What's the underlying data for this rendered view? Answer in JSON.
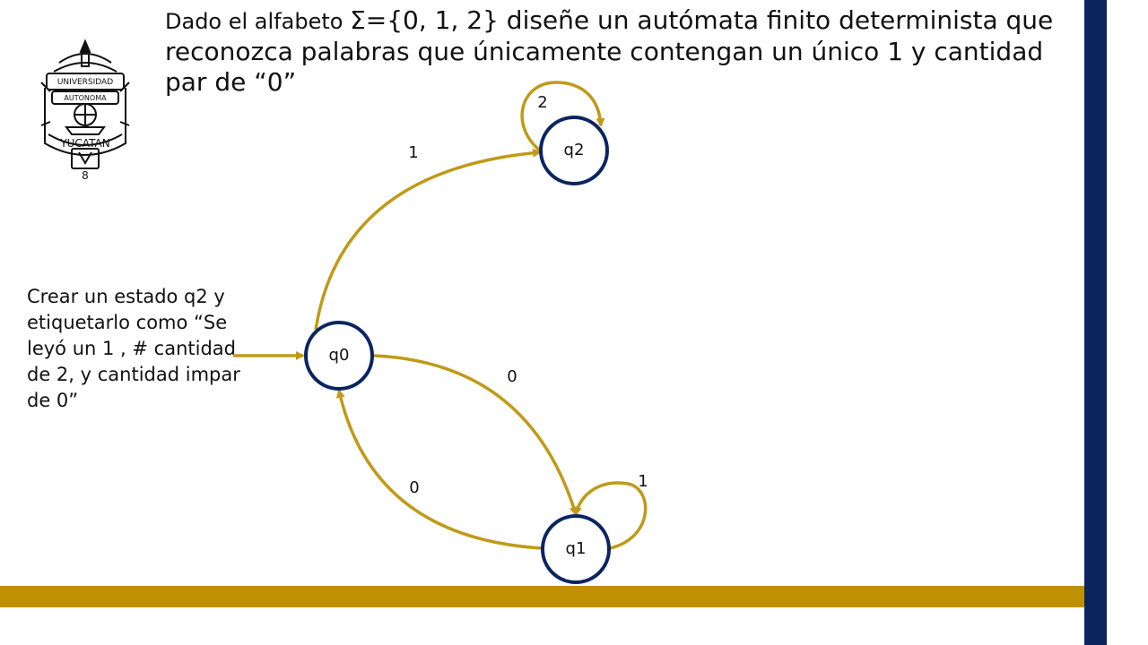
{
  "title": {
    "lead": "Dado el alfabeto ",
    "text": "Σ={0, 1, 2} diseñe un autómata finito determinista que reconozca palabras que únicamente contengan un único 1 y cantidad par de “0”"
  },
  "logo": {
    "icon": "university-seal-icon",
    "caption": "8"
  },
  "note": {
    "text": "Crear un estado q2 y etiquetarlo como “Se leyó un 1 , # cantidad de 2, y cantidad impar de 0”"
  },
  "diagram": {
    "states": [
      {
        "id": "q0",
        "label": "q0"
      },
      {
        "id": "q1",
        "label": "q1"
      },
      {
        "id": "q2",
        "label": "q2"
      }
    ],
    "transitions": [
      {
        "from": "q0",
        "to": "q2",
        "label": "1"
      },
      {
        "from": "q2",
        "to": "q2",
        "label": "2"
      },
      {
        "from": "q0",
        "to": "q1",
        "label": "0"
      },
      {
        "from": "q1",
        "to": "q0",
        "label": "0"
      },
      {
        "from": "q1",
        "to": "q1",
        "label": "1"
      }
    ],
    "start_state": "q0"
  },
  "colors": {
    "navy": "#0b2560",
    "gold": "#bf9000",
    "edge": "#c09a18",
    "state_border": "#0b2560"
  }
}
